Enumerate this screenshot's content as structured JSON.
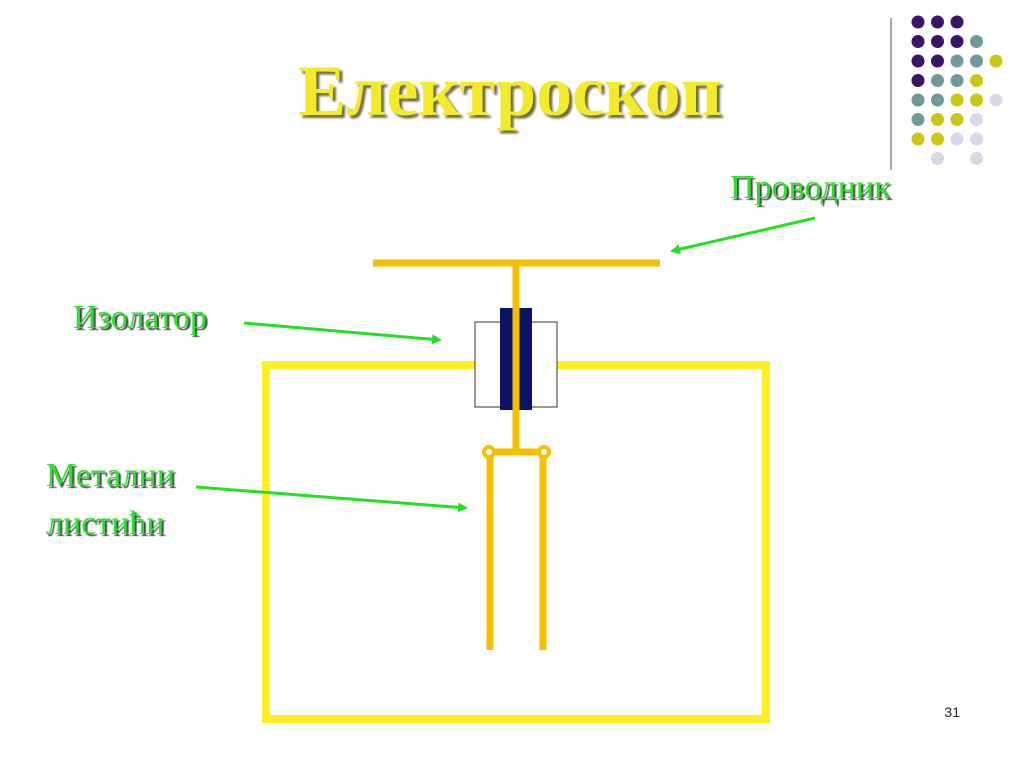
{
  "slide": {
    "title": "Електроскоп",
    "page_number": "31"
  },
  "labels": {
    "conductor": "Проводник",
    "insulator": "Изолатор",
    "metal_leaves_line1": "Метални",
    "metal_leaves_line2": "листићи"
  },
  "colors": {
    "title": "#f2ea2a",
    "label": "#2ee02e",
    "arrow": "#22e022",
    "container": "#ffee22",
    "rod": "#f5c000",
    "insulator_core": "#0a1466",
    "dot_purple": "#3a1466",
    "dot_teal": "#6e9a9a",
    "dot_olive": "#c8c814",
    "dot_lavender": "#d8d8e8"
  },
  "decoration": {
    "dot_grid_rows": [
      [
        "purple",
        "purple",
        "purple",
        "none",
        "none"
      ],
      [
        "purple",
        "purple",
        "purple",
        "teal",
        "none"
      ],
      [
        "purple",
        "purple",
        "teal",
        "teal",
        "olive"
      ],
      [
        "purple",
        "teal",
        "teal",
        "olive",
        "none"
      ],
      [
        "teal",
        "teal",
        "olive",
        "olive",
        "lavender"
      ],
      [
        "teal",
        "olive",
        "olive",
        "lavender",
        "none"
      ],
      [
        "olive",
        "olive",
        "lavender",
        "lavender",
        "none"
      ],
      [
        "none",
        "lavender",
        "none",
        "lavender",
        "none"
      ]
    ]
  }
}
